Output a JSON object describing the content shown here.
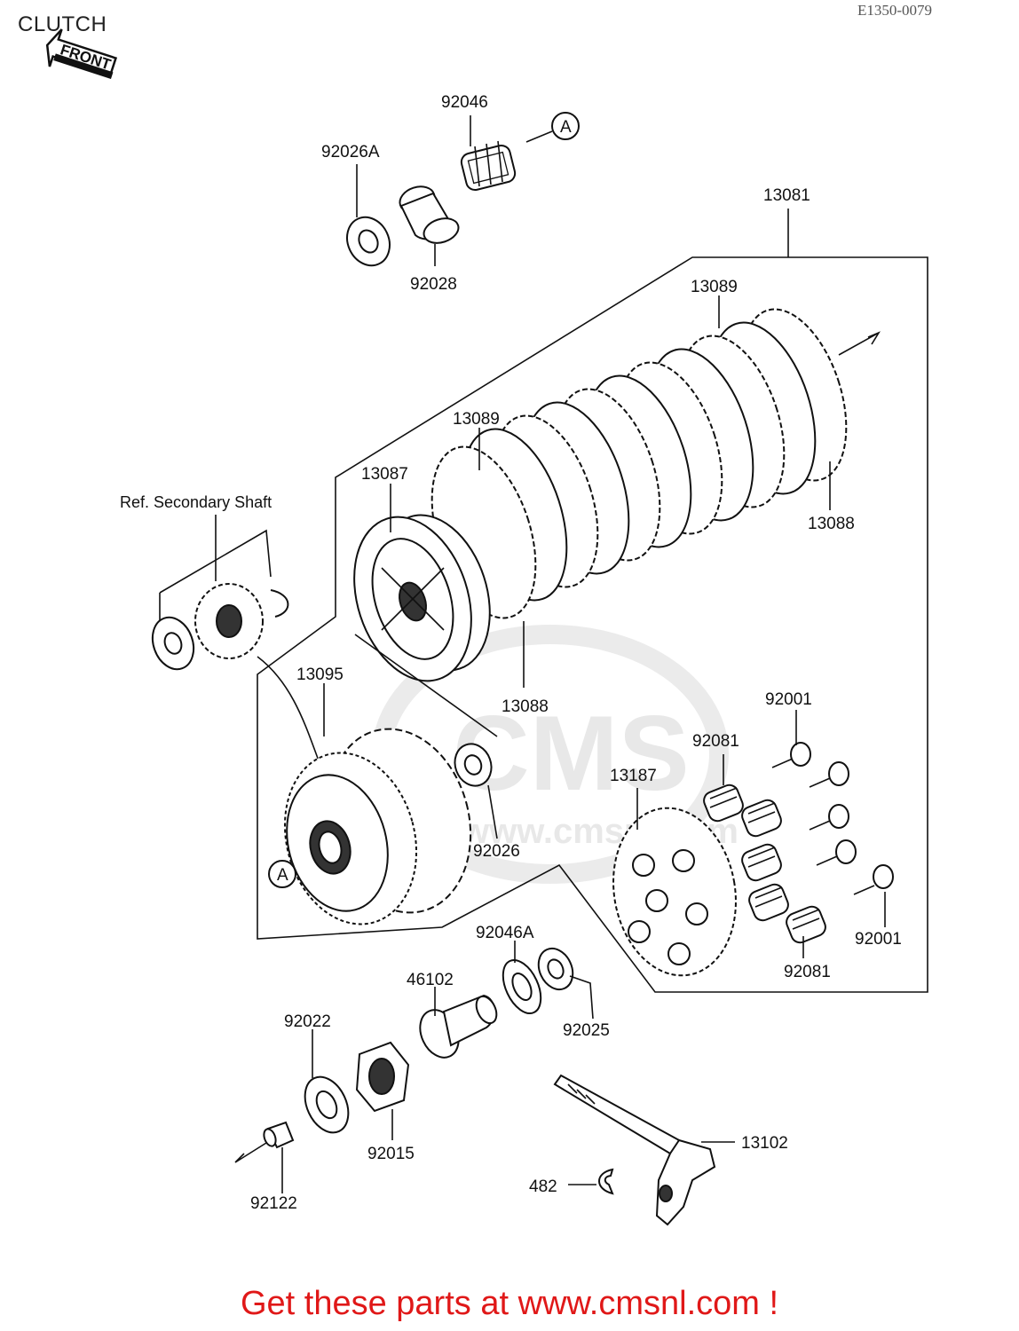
{
  "header": {
    "title": "CLUTCH",
    "diagram_code": "E1350-0079",
    "front_badge": "FRONT"
  },
  "footer": {
    "link_text": "Get these parts at www.cmsnl.com !"
  },
  "watermark": {
    "text": "CMS",
    "url": "www.cmsnl.com"
  },
  "reference": {
    "secondary_shaft": "Ref. Secondary Shaft",
    "marker_a": "A"
  },
  "part_labels": {
    "p92046": "92046",
    "p92026A": "92026A",
    "p92028": "92028",
    "p13081": "13081",
    "p13089_top": "13089",
    "p13089_mid": "13089",
    "p13087": "13087",
    "p13088_right": "13088",
    "p13088_bottom": "13088",
    "p13095": "13095",
    "p92001_top": "92001",
    "p92081_top": "92081",
    "p13187": "13187",
    "p92026": "92026",
    "p92001_bottom": "92001",
    "p92081_bottom": "92081",
    "p92046A": "92046A",
    "p46102": "46102",
    "p92022": "92022",
    "p92025": "92025",
    "p92015": "92015",
    "p13102": "13102",
    "p482": "482",
    "p92122": "92122"
  }
}
